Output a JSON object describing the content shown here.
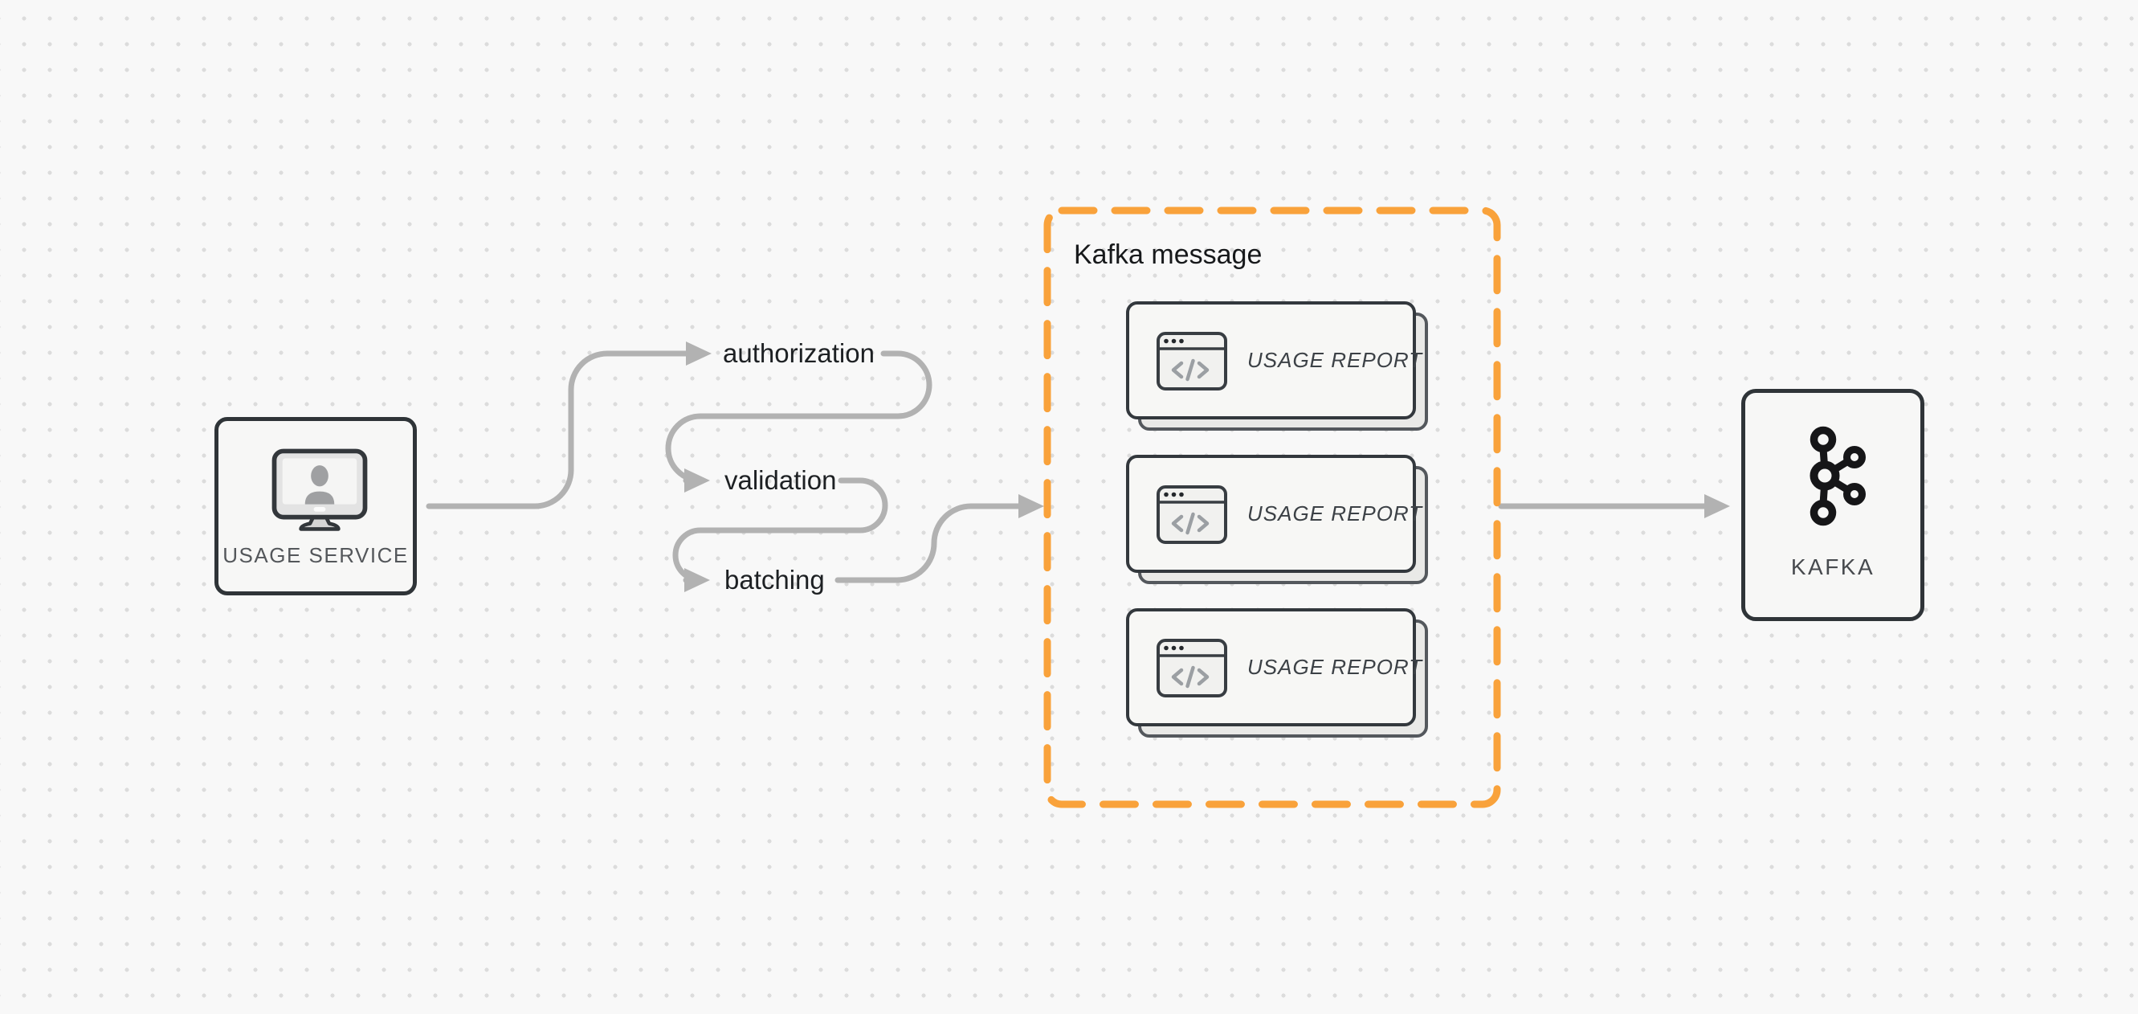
{
  "canvas": {
    "background": "#f8f8f8",
    "dot_grid_color": "#dcdcdc"
  },
  "colors": {
    "accent_orange": "#F9A23B",
    "connector_gray": "#B2B2B2",
    "node_border_dark": "#2F3438",
    "node_background": "#F7F7F6",
    "text_dark": "#1D2023",
    "caption_muted": "#54575B"
  },
  "nodes": {
    "usage_service": {
      "label": "USAGE SERVICE",
      "icon": "monitor-user-icon"
    },
    "kafka": {
      "label": "KAFKA",
      "icon": "kafka-logo-icon"
    }
  },
  "steps": [
    {
      "label": "authorization"
    },
    {
      "label": "validation"
    },
    {
      "label": "batching"
    }
  ],
  "kafka_message_group": {
    "title": "Kafka message",
    "border_style": "dashed-orange",
    "cards": [
      {
        "label": "USAGE REPORT",
        "icon": "code-window-icon"
      },
      {
        "label": "USAGE REPORT",
        "icon": "code-window-icon"
      },
      {
        "label": "USAGE REPORT",
        "icon": "code-window-icon"
      }
    ]
  },
  "connectors": [
    {
      "from": "usage_service",
      "to": "authorization"
    },
    {
      "from": "authorization",
      "to": "validation"
    },
    {
      "from": "validation",
      "to": "batching"
    },
    {
      "from": "batching",
      "to": "kafka_message_group"
    },
    {
      "from": "kafka_message_group",
      "to": "kafka"
    }
  ]
}
